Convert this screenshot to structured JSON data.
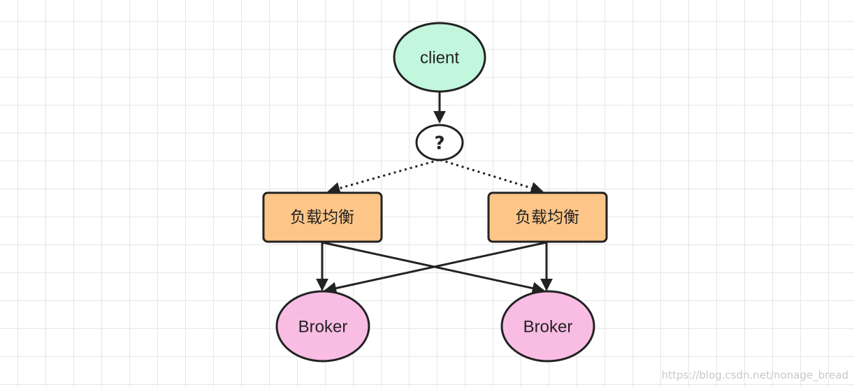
{
  "diagram": {
    "nodes": {
      "client": {
        "label": "client",
        "fill": "#c2f7dd"
      },
      "question": {
        "label": "?",
        "fill": "#ffffff"
      },
      "lb_left": {
        "label": "负载均衡",
        "fill": "#fdc688"
      },
      "lb_right": {
        "label": "负载均衡",
        "fill": "#fdc688"
      },
      "broker_left": {
        "label": "Broker",
        "fill": "#f9bde4"
      },
      "broker_right": {
        "label": "Broker",
        "fill": "#f9bde4"
      }
    },
    "edges": [
      {
        "from": "client",
        "to": "question",
        "style": "solid"
      },
      {
        "from": "question",
        "to": "lb_left",
        "style": "dotted"
      },
      {
        "from": "question",
        "to": "lb_right",
        "style": "dotted"
      },
      {
        "from": "lb_left",
        "to": "broker_left",
        "style": "solid"
      },
      {
        "from": "lb_left",
        "to": "broker_right",
        "style": "solid"
      },
      {
        "from": "lb_right",
        "to": "broker_left",
        "style": "solid"
      },
      {
        "from": "lb_right",
        "to": "broker_right",
        "style": "solid"
      }
    ]
  },
  "watermark": "https://blog.csdn.net/nonage_bread"
}
